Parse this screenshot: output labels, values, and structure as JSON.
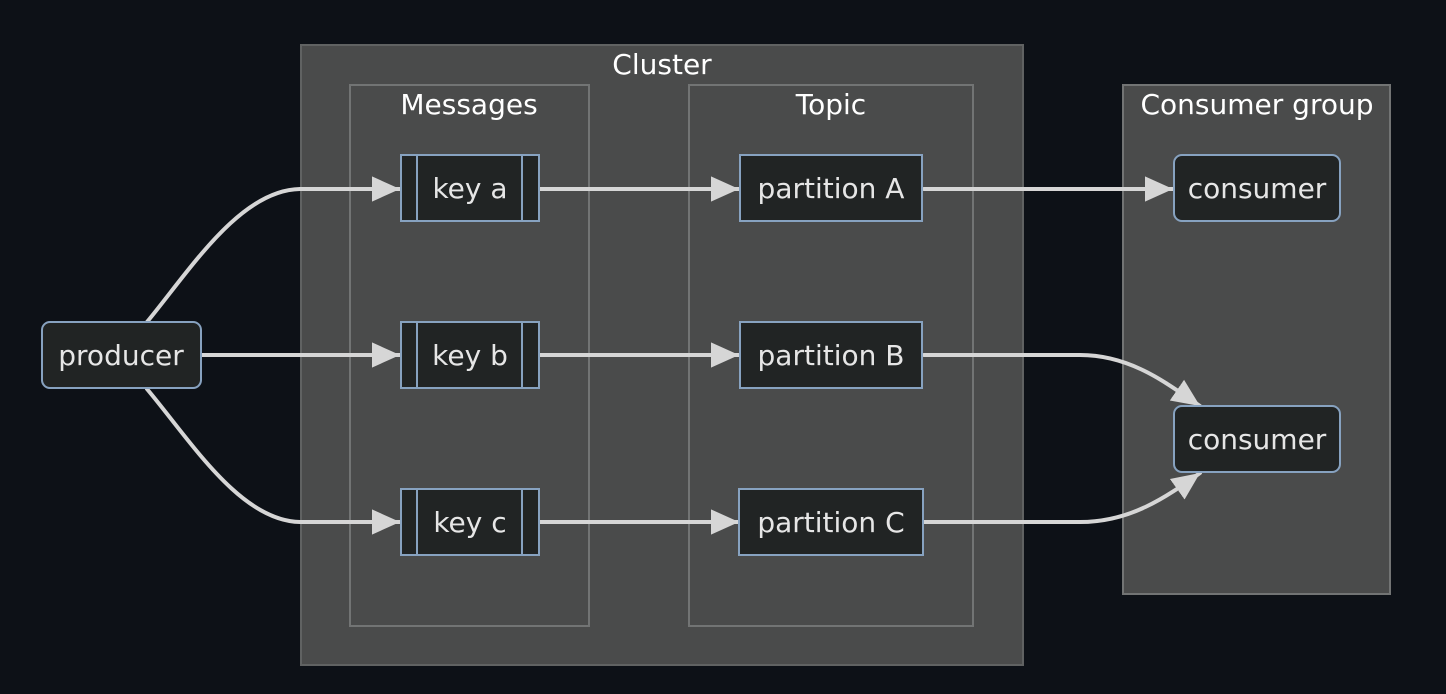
{
  "groups": {
    "cluster": "Cluster",
    "messages": "Messages",
    "topic": "Topic",
    "consumer_group": "Consumer group"
  },
  "nodes": {
    "producer": "producer",
    "key_a": "key a",
    "key_b": "key b",
    "key_c": "key c",
    "partition_a": "partition A",
    "partition_b": "partition B",
    "partition_c": "partition C",
    "consumer_1": "consumer",
    "consumer_2": "consumer"
  },
  "edges": [
    {
      "from": "producer",
      "to": "key a"
    },
    {
      "from": "producer",
      "to": "key b"
    },
    {
      "from": "producer",
      "to": "key c"
    },
    {
      "from": "key a",
      "to": "partition A"
    },
    {
      "from": "key b",
      "to": "partition B"
    },
    {
      "from": "key c",
      "to": "partition C"
    },
    {
      "from": "partition A",
      "to": "consumer"
    },
    {
      "from": "partition B",
      "to": "consumer"
    },
    {
      "from": "partition C",
      "to": "consumer"
    }
  ],
  "colors": {
    "background": "#0d1117",
    "group_fill": "#4a4b4b",
    "node_fill": "#212424",
    "node_border": "#87a2c0",
    "edge": "#d6d6d6"
  }
}
